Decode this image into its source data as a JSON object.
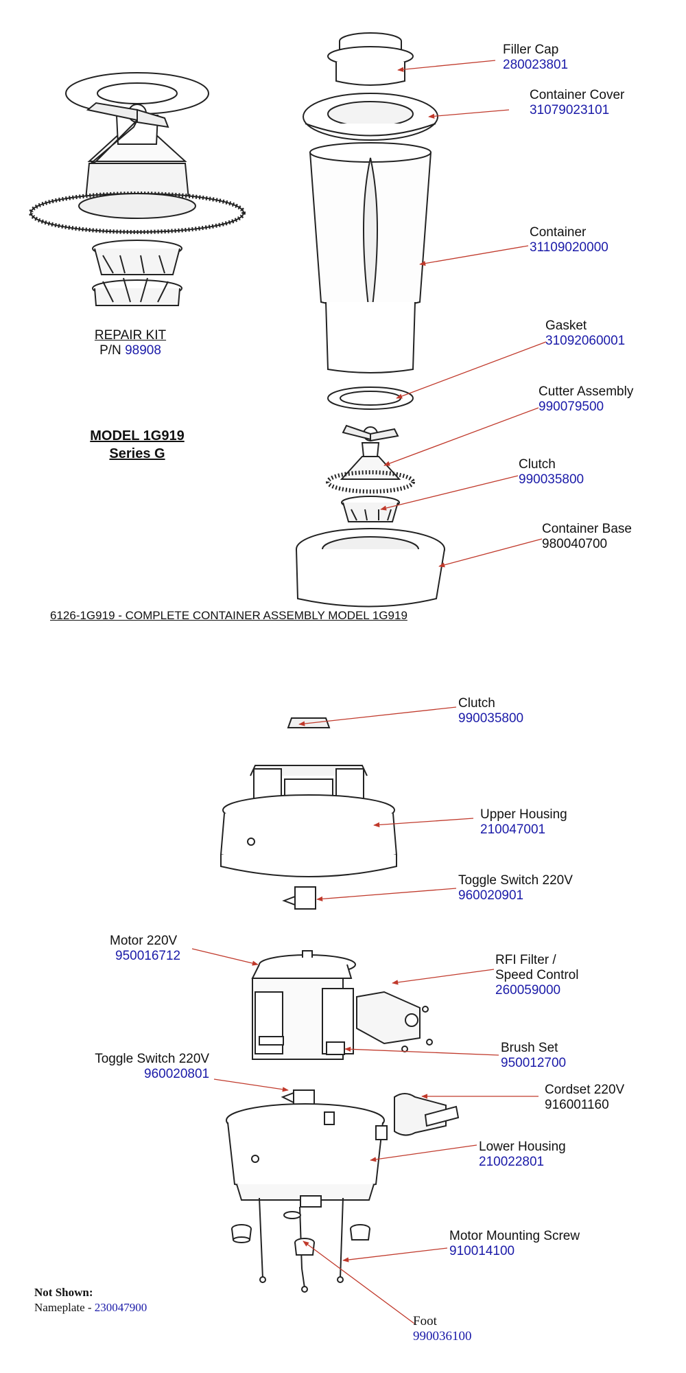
{
  "repair_kit": {
    "title": "REPAIR KIT",
    "pn_prefix": "P/N",
    "pn": "98908"
  },
  "model": {
    "line1": "MODEL 1G919",
    "line2": "Series G"
  },
  "caption": "6126-1G919 - COMPLETE CONTAINER ASSEMBLY MODEL  1G919",
  "callouts": {
    "filler_cap": {
      "name": "Filler Cap",
      "pn": "280023801"
    },
    "container_cover": {
      "name": "Container Cover",
      "pn": "31079023101"
    },
    "container": {
      "name": "Container",
      "pn": "31109020000"
    },
    "gasket": {
      "name": "Gasket",
      "pn": "31092060001"
    },
    "cutter_assembly": {
      "name": "Cutter Assembly",
      "pn": "990079500"
    },
    "clutch_top": {
      "name": "Clutch",
      "pn": "990035800"
    },
    "container_base": {
      "name": "Container Base",
      "pn": "980040700"
    },
    "clutch_bottom": {
      "name": "Clutch",
      "pn": "990035800"
    },
    "upper_housing": {
      "name": "Upper Housing",
      "pn": "210047001"
    },
    "toggle_switch_1": {
      "name": "Toggle Switch 220V",
      "pn": "960020901"
    },
    "motor": {
      "name": "Motor 220V",
      "pn": "950016712"
    },
    "rfi_filter": {
      "name1": "RFI Filter /",
      "name2": "Speed Control",
      "pn": "260059000"
    },
    "brush_set": {
      "name": "Brush Set",
      "pn": "950012700"
    },
    "toggle_switch_2": {
      "name": "Toggle Switch 220V",
      "pn": "960020801"
    },
    "cordset": {
      "name": "Cordset 220V",
      "pn": "916001160"
    },
    "lower_housing": {
      "name": "Lower Housing",
      "pn": "210022801"
    },
    "motor_mounting_screw": {
      "name": "Motor Mounting Screw",
      "pn": "910014100"
    },
    "foot": {
      "name": "Foot",
      "pn": "990036100"
    }
  },
  "not_shown": {
    "heading": "Not Shown:",
    "item": "Nameplate - ",
    "pn": "230047900"
  },
  "colors": {
    "leader": "#c0392b",
    "part_number": "#1a1aa8",
    "line": "#222222"
  }
}
